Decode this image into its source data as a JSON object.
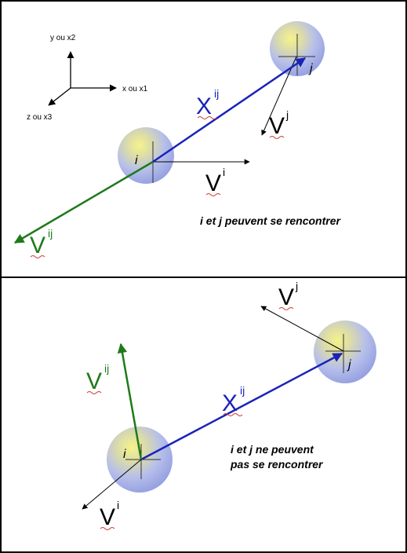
{
  "colors": {
    "frame": "#000000",
    "sphere_core": "#f3f08a",
    "sphere_mid": "#b9c2ea",
    "sphere_edge": "#8e9ae0",
    "blue_vector": "#1a23b8",
    "green_vector": "#1f7a1a",
    "thin_vector": "#000000",
    "squiggle": "#d23a3a"
  },
  "axes": {
    "y_label": "y ou x2",
    "x_label": "x ou x1",
    "z_label": "z ou x3"
  },
  "panel_top": {
    "particle_i_label": "i",
    "particle_j_label": "j",
    "x_vector": {
      "base": "X",
      "sup": "ij"
    },
    "v_j": {
      "base": "V",
      "sup": "j"
    },
    "v_i": {
      "base": "V",
      "sup": "i"
    },
    "v_ij": {
      "base": "V",
      "sup": "ij"
    },
    "caption": "i et j peuvent se rencontrer"
  },
  "panel_bottom": {
    "particle_i_label": "i",
    "particle_j_label": "j",
    "x_vector": {
      "base": "X",
      "sup": "ij"
    },
    "v_j": {
      "base": "V",
      "sup": "j"
    },
    "v_i": {
      "base": "V",
      "sup": "i"
    },
    "v_ij": {
      "base": "V",
      "sup": "ij"
    },
    "caption_line1": "i et j ne peuvent",
    "caption_line2": "pas se rencontrer"
  }
}
